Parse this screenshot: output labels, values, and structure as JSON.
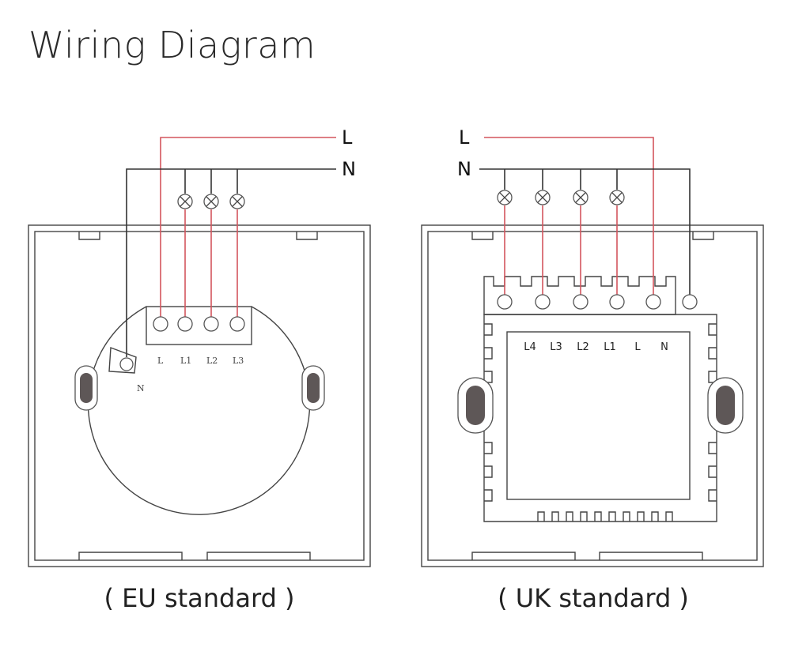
{
  "title": "Wiring Diagram",
  "eu": {
    "caption": "( EU standard )",
    "line_labels": {
      "L": "L",
      "N": "N"
    },
    "terminals": [
      "L",
      "L1",
      "L2",
      "L3"
    ],
    "neutral_terminal": "N"
  },
  "uk": {
    "caption": "( UK standard )",
    "line_labels": {
      "L": "L",
      "N": "N"
    },
    "terminals": [
      "L4",
      "L3",
      "L2",
      "L1",
      "L",
      "N"
    ]
  },
  "colors": {
    "live_wire": "#d4555d",
    "neutral_wire": "#333333",
    "outline": "#444444"
  },
  "icons": {
    "lamp": "lamp-icon",
    "screw": "screw-terminal-icon",
    "mount_slot": "mount-slot-icon"
  }
}
